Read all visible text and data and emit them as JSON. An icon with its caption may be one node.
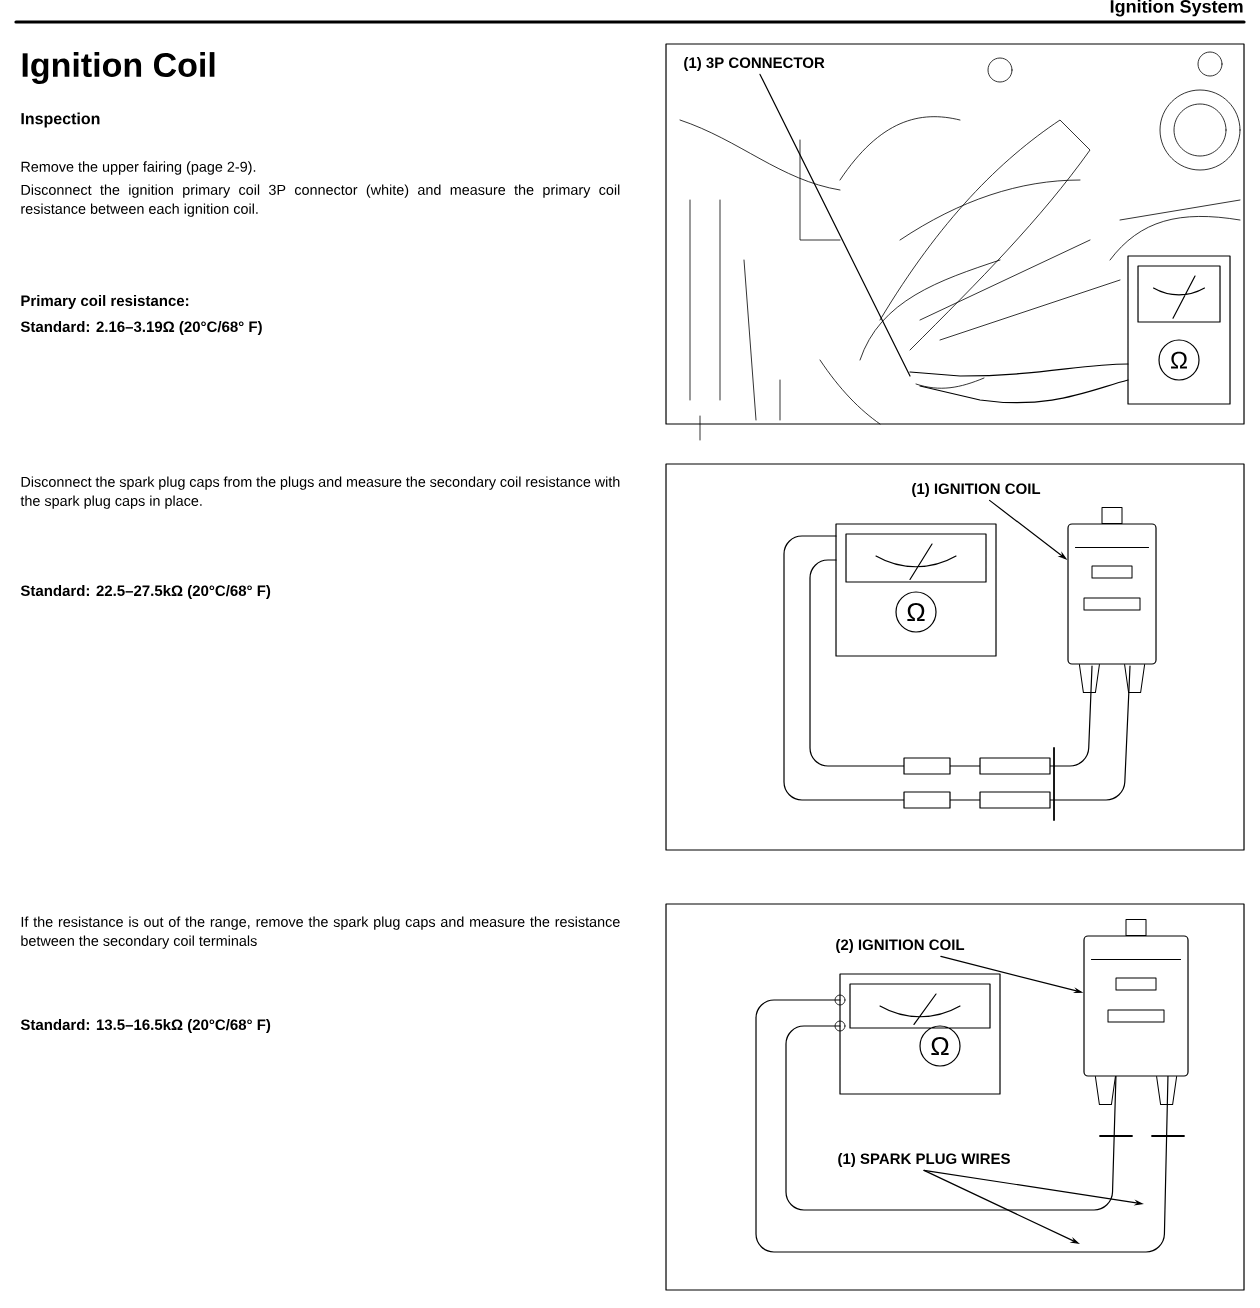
{
  "diagram": {
    "title": "Ignition Coil",
    "nodes": [
      {
        "text": [
          "(1) 3P CONNECTOR"
        ]
      },
      {
        "text": [
          "(1) IGNITION COIL"
        ]
      },
      {
        "text": [],
        "shape": "box"
      },
      {
        "text": [
          "(2) IGNITION COIL"
        ]
      },
      {
        "text": [],
        "shape": "box"
      },
      {
        "text": [
          "(1) SPARK PLUG WIRES"
        ]
      }
    ],
    "edges": [
      {
        "from": 0,
        "to": null,
        "arrow": "none"
      },
      {
        "from": 1,
        "to": 2,
        "arrow": "to"
      },
      {
        "from": 3,
        "to": 4,
        "arrow": "to"
      },
      {
        "from": 5,
        "to": null,
        "arrow": "to"
      },
      {
        "from": 5,
        "to": null,
        "arrow": "to"
      }
    ],
    "labels": [
      "Ignition System",
      "Inspection",
      "Remove the upper fairing (page 2-9).",
      "Disconnect the ignition primary coil 3P connector (white) and measure the primary coil resistance between each ignition coil.",
      "Primary coil resistance:",
      "Standard: 2.16–3.19Ω (20°C/68° F)",
      "Disconnect the spark plug caps from the plugs and measure the secondary coil resistance with the spark plug caps in place.",
      "Standard: 22.5–27.5kΩ (20°C/68° F)",
      "If the resistance is out of the range, remove the spark plug caps and measure the resistance between the secondary coil terminals",
      "Standard: 13.5–16.5kΩ (20°C/68° F)",
      "Ω",
      "Ω",
      "Ω"
    ]
  }
}
